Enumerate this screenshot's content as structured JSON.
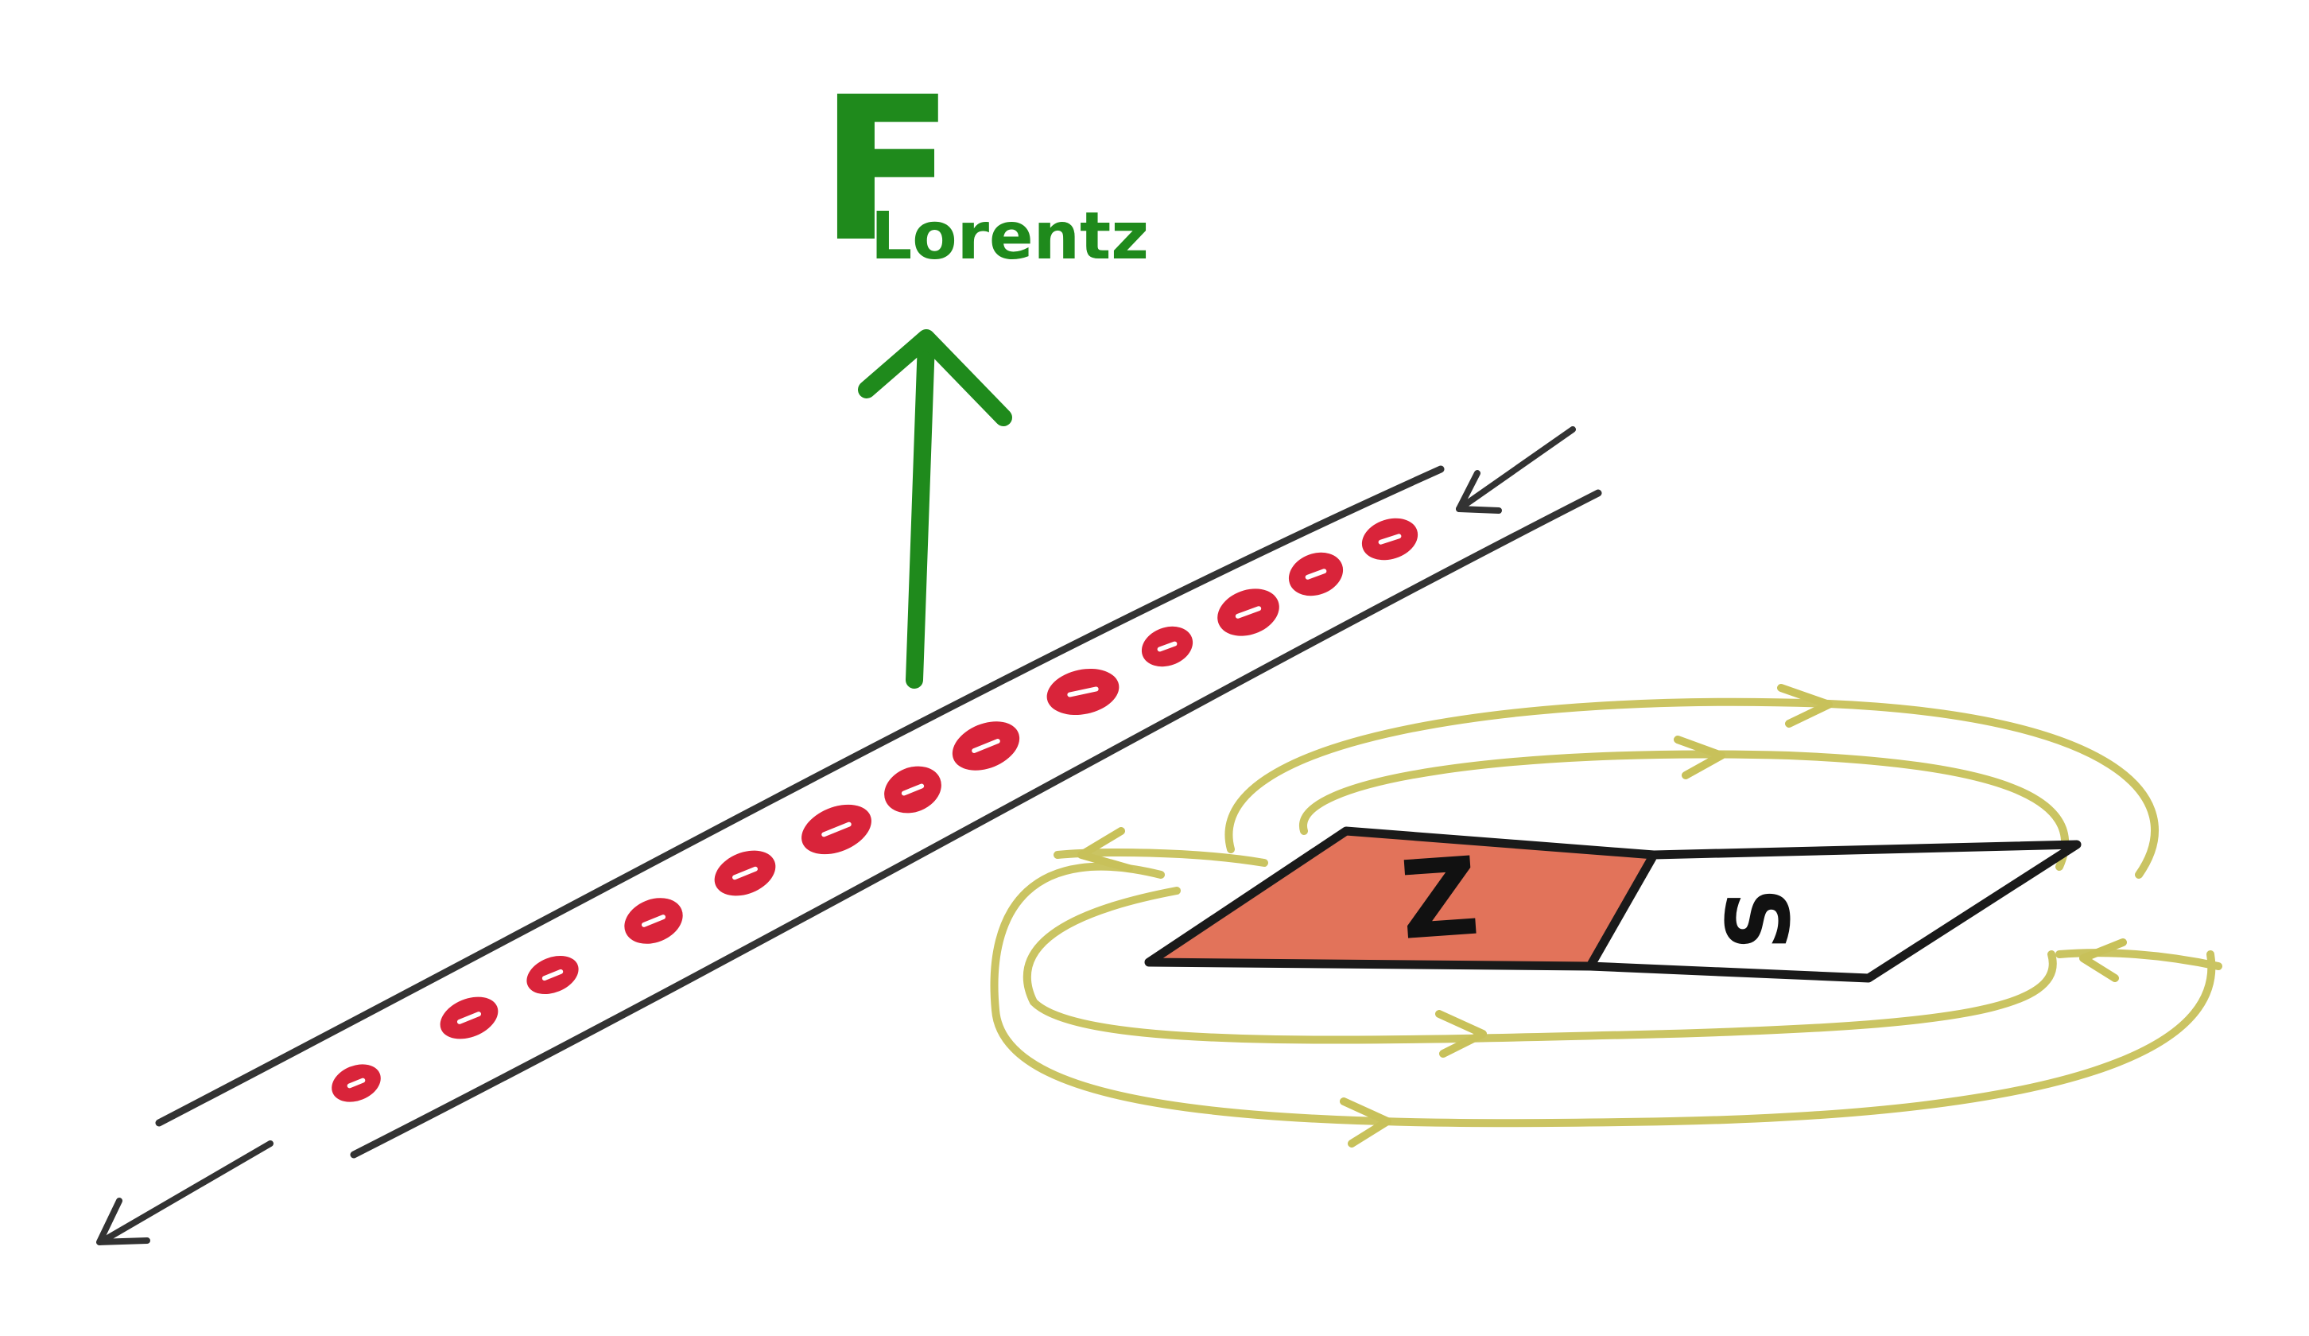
{
  "force": {
    "symbol": "F",
    "subscript": "Lorentz",
    "color": "#1f8a1c"
  },
  "magnet": {
    "pole_left_label": "Z",
    "pole_right_label": "S",
    "pole_left_color": "#e2735a",
    "pole_right_color": "#ffffff",
    "outline_color": "#1a1a1a"
  },
  "colors": {
    "wire": "#333333",
    "charge_fill": "#d9243a",
    "charge_highlight": "#ffffff",
    "field_lines": "#c8c15a",
    "flow_arrows": "#333333"
  }
}
